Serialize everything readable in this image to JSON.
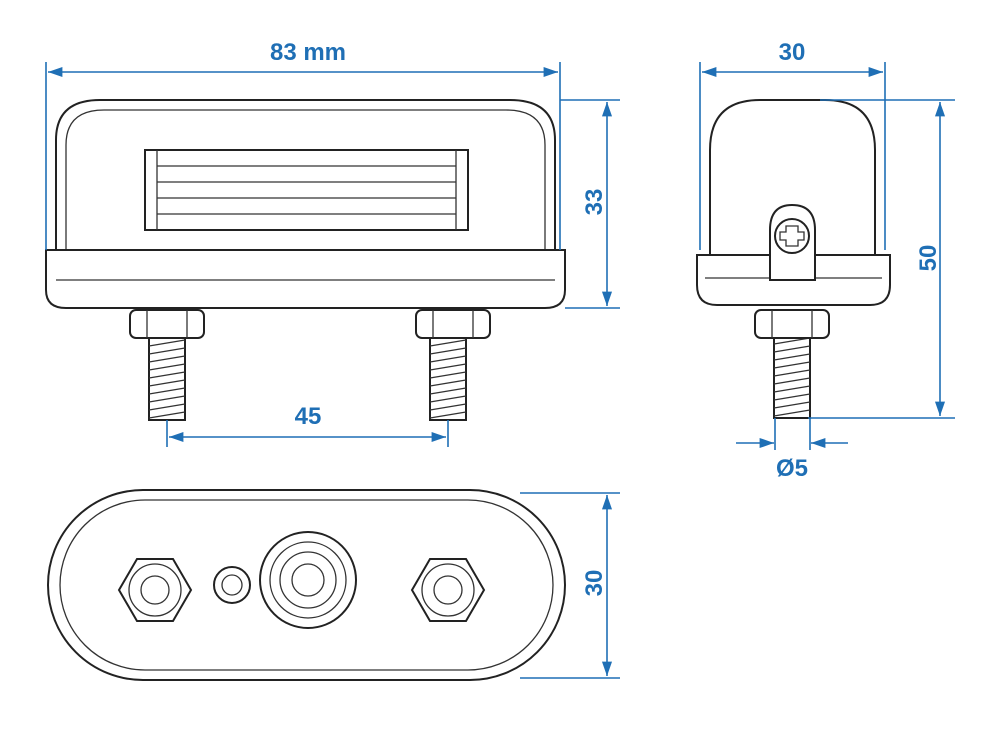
{
  "dimensions": {
    "front_width": "83 mm",
    "front_height": "33",
    "bolt_spacing": "45",
    "side_width": "30",
    "side_height": "50",
    "bolt_diameter": "Ø5",
    "bottom_width": "30"
  },
  "colors": {
    "dimension": "#1f6fb5",
    "outline": "#222222"
  }
}
